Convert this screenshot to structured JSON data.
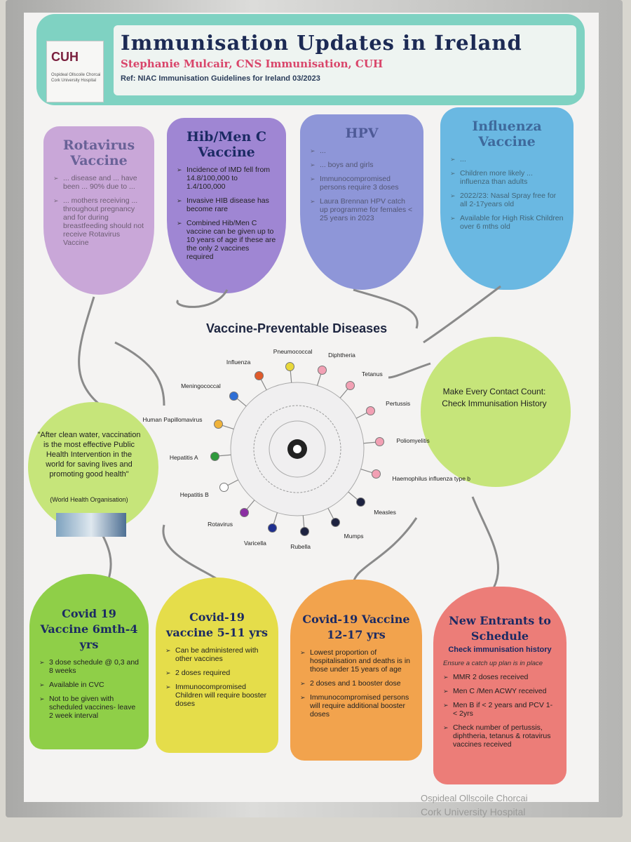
{
  "header": {
    "title": "Immunisation Updates in Ireland",
    "author": "Stephanie Mulcair, CNS Immunisation, CUH",
    "ref": "Ref: NIAC Immunisation Guidelines for Ireland 03/2023",
    "logo_text": "CUH",
    "logo_sub": "Ospideal Ollscoile Chorcai Cork University Hospital"
  },
  "colors": {
    "header": "#7fd2c2",
    "rotavirus": "#c9a7d8",
    "hib": "#9f86d3",
    "hpv": "#8e96d8",
    "influenza": "#6ab8e2",
    "circles": "#c6e57a",
    "covid_infant": "#8fcf48",
    "covid_5_11": "#e5dd4a",
    "covid_12_17": "#f2a34d",
    "new_entrants": "#ec7d78"
  },
  "top_tags": {
    "rotavirus": {
      "title": "Rotavirus Vaccine",
      "items": [
        "... disease and ... have been ... 90% due to ...",
        "... mothers receiving ... throughout pregnancy and for during breastfeeding should not receive Rotavirus Vaccine"
      ]
    },
    "hib": {
      "title": "Hib/Men C Vaccine",
      "items": [
        "Incidence of IMD fell from 14.8/100,000 to 1.4/100,000",
        "Invasive HIB disease has become rare",
        "Combined Hib/Men C vaccine can be given up to 10 years of age if these are the only 2 vaccines required"
      ]
    },
    "hpv": {
      "title": "HPV",
      "items": [
        "...",
        "... boys and girls",
        "Immunocompromised persons require 3 doses",
        "Laura Brennan HPV catch up programme for females < 25 years in 2023"
      ]
    },
    "influenza": {
      "title": "Influenza Vaccine",
      "items": [
        "...",
        "Children more likely ... influenza than adults",
        "2022/23: Nasal Spray free for all 2-17years old",
        "Available for High Risk Children over 6 mths old"
      ]
    }
  },
  "quote": {
    "text": "\"After clean water, vaccination is the most effective Public Health Intervention in the world for saving lives and promoting good health\"",
    "source": "(World Health Organisation)"
  },
  "mecc": {
    "line1": "Make Every Contact Count:",
    "line2": "Check Immunisation History"
  },
  "vpd": {
    "title": "Vaccine-Preventable Diseases",
    "diseases": [
      {
        "label": "Pneumococcal",
        "color": "#e8d83a"
      },
      {
        "label": "Diphtheria",
        "color": "#f2a0b4"
      },
      {
        "label": "Tetanus",
        "color": "#f2a0b4"
      },
      {
        "label": "Pertussis",
        "color": "#f2a0b4"
      },
      {
        "label": "Poliomyelitis",
        "color": "#f2a0b4"
      },
      {
        "label": "Haemophilus influenza type b",
        "color": "#f2a0b4"
      },
      {
        "label": "Measles",
        "color": "#1d2240"
      },
      {
        "label": "Mumps",
        "color": "#1d2240"
      },
      {
        "label": "Rubella",
        "color": "#1d2240"
      },
      {
        "label": "Varicella",
        "color": "#1f2f8f"
      },
      {
        "label": "Rotavirus",
        "color": "#8b2fa3"
      },
      {
        "label": "Hepatitis B",
        "color": "#ffffff"
      },
      {
        "label": "Hepatitis A",
        "color": "#2e9a3c"
      },
      {
        "label": "Human Papillomavirus",
        "color": "#f0b33a"
      },
      {
        "label": "Meningococcal",
        "color": "#2f6fd6"
      },
      {
        "label": "Influenza",
        "color": "#e05a2a"
      }
    ]
  },
  "bottom_tags": {
    "covid_infant": {
      "title": "Covid 19 Vaccine 6mth-4 yrs",
      "items": [
        "3 dose schedule @ 0,3 and 8 weeks",
        "Available in CVC",
        "Not to be given with scheduled vaccines- leave 2 week interval"
      ]
    },
    "covid_5_11": {
      "title": "Covid-19 vaccine 5-11 yrs",
      "items": [
        "Can be administered with other vaccines",
        "2 doses required",
        "Immunocompromised Children will require booster doses"
      ]
    },
    "covid_12_17": {
      "title": "Covid-19 Vaccine 12-17 yrs",
      "items": [
        "Lowest proportion of hospitalisation and deaths is in those under 15 years of age",
        "2 doses and 1 booster dose",
        "Immunocompromised persons will require additional booster doses"
      ]
    },
    "new_entrants": {
      "title": "New Entrants to Schedule",
      "subtitle": "Check immunisation history",
      "note": "Ensure a catch up plan is in place",
      "items": [
        "MMR 2 doses received",
        "Men C /Men ACWY received",
        "Men B if < 2 years and PCV 1-< 2yrs",
        "Check number of pertussis, diphtheria, tetanus & rotavirus vaccines received"
      ]
    }
  },
  "footer": {
    "line1": "Ospideal Ollscoile Chorcai",
    "line2": "Cork University Hospital"
  }
}
